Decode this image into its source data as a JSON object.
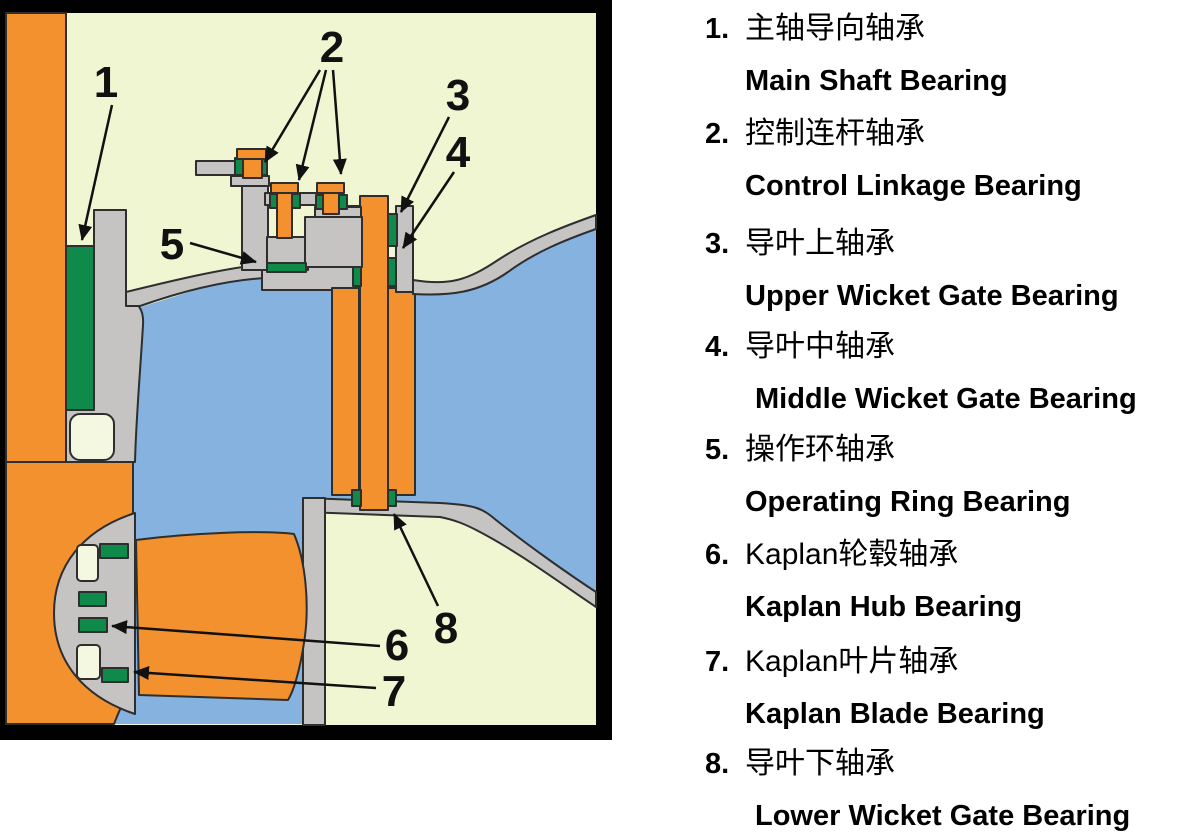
{
  "diagram": {
    "title": "Kaplan turbine bearing locations cross-section",
    "colors": {
      "orange": "#F2912D",
      "gray": "#C5C4C3",
      "green": "#0F8A4A",
      "water_blue": "#85B2DE",
      "background_cream": "#F1F6D2",
      "outline": "#2E2E2E",
      "frame": "#010101"
    },
    "callouts": [
      {
        "number": "1"
      },
      {
        "number": "2"
      },
      {
        "number": "3"
      },
      {
        "number": "4"
      },
      {
        "number": "5"
      },
      {
        "number": "6"
      },
      {
        "number": "7"
      },
      {
        "number": "8"
      }
    ]
  },
  "legend": {
    "items": [
      {
        "num": "1.",
        "zh": "主轴导向轴承",
        "en": "Main Shaft Bearing"
      },
      {
        "num": "2.",
        "zh": "控制连杆轴承",
        "en": "Control Linkage Bearing"
      },
      {
        "num": "3.",
        "zh": "导叶上轴承",
        "en": "Upper Wicket Gate Bearing"
      },
      {
        "num": "4.",
        "zh": "导叶中轴承",
        "en": "Middle Wicket Gate Bearing"
      },
      {
        "num": "5.",
        "zh": "操作环轴承",
        "en": "Operating Ring Bearing"
      },
      {
        "num": "6.",
        "zh": "Kaplan轮毂轴承",
        "en": "Kaplan Hub Bearing"
      },
      {
        "num": "7.",
        "zh": "Kaplan叶片轴承",
        "en": "Kaplan Blade Bearing"
      },
      {
        "num": "8.",
        "zh": "导叶下轴承",
        "en": "Lower Wicket Gate Bearing"
      }
    ]
  }
}
